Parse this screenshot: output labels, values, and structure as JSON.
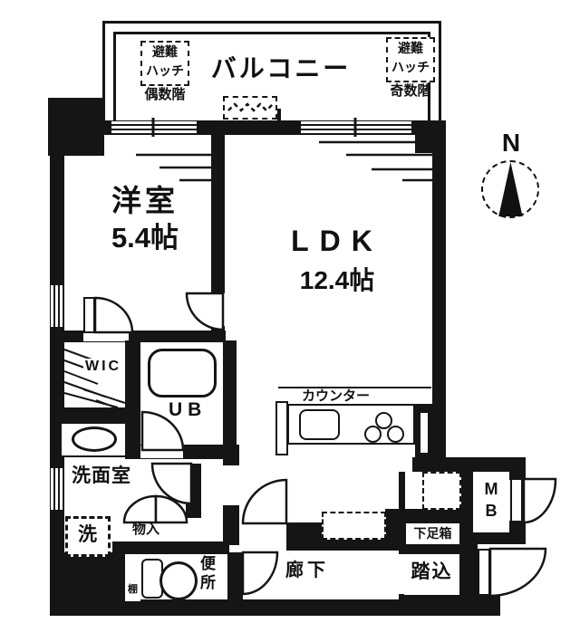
{
  "floor_plan": {
    "balcony": {
      "label": "バルコニー",
      "hatch_left": {
        "line1": "避難",
        "line2": "ハッチ",
        "floor": "偶数階"
      },
      "hatch_right": {
        "line1": "避難",
        "line2": "ハッチ",
        "floor": "奇数階"
      }
    },
    "rooms": {
      "western_room": {
        "name": "洋室",
        "size": "5.4帖"
      },
      "ldk": {
        "name": "LDK",
        "size": "12.4帖"
      },
      "wic": "WIC",
      "unit_bath": "UB",
      "washroom": "洗面室",
      "washer": "洗",
      "storage": "物入",
      "shelf": "棚",
      "toilet": "便所",
      "hallway": "廊下",
      "counter": "カウンター",
      "shoe_box": "下足箱",
      "entrance_step": "踏込",
      "meter_box": "MB"
    },
    "compass": {
      "north": "N"
    },
    "colors": {
      "wall": "#151515",
      "background": "#ffffff"
    }
  }
}
